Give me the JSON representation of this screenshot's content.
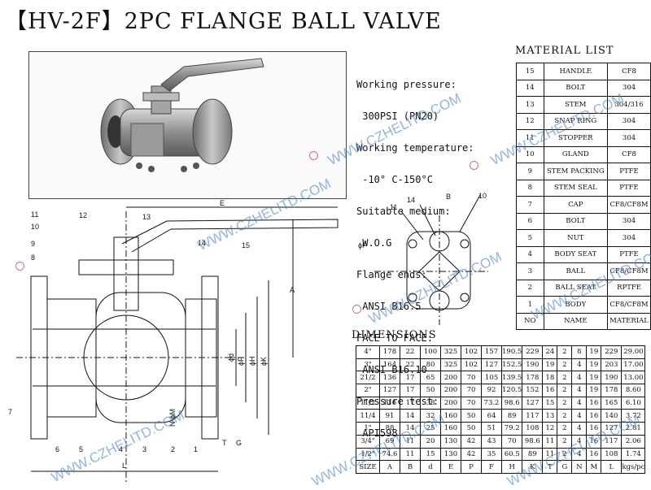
{
  "title": "【HV-2F】2PC FLANGE BALL VALVE",
  "specs": {
    "lines": [
      "Working pressure:",
      " 300PSI (PN20)",
      "Working temperature:",
      " -10° C-150°C",
      "Suitable medium:",
      " W.O.G",
      "Flange ends:",
      " ANSI B16.5",
      "FACE TO FACE:",
      " ANSI B16.10",
      "Pressure test:",
      " API598"
    ]
  },
  "material_list": {
    "title": "MATERIAL LIST",
    "rows": [
      [
        "15",
        "HANDLE",
        "CF8"
      ],
      [
        "14",
        "BOLT",
        "304"
      ],
      [
        "13",
        "STEM",
        "304/316"
      ],
      [
        "12",
        "SNAP RING",
        "304"
      ],
      [
        "11",
        "STOPPER",
        "304"
      ],
      [
        "10",
        "GLAND",
        "CF8"
      ],
      [
        "9",
        "STEM PACKING",
        "PTFE"
      ],
      [
        "8",
        "STEM SEAL",
        "PTFE"
      ],
      [
        "7",
        "CAP",
        "CF8/CF8M"
      ],
      [
        "6",
        "BOLT",
        "304"
      ],
      [
        "5",
        "NUT",
        "304"
      ],
      [
        "4",
        "BODY SEAT",
        "PTFE"
      ],
      [
        "3",
        "BALL",
        "CF8/CF8M"
      ],
      [
        "2",
        "BALL SEAT",
        "RPTFE"
      ],
      [
        "1",
        "BODY",
        "CF8/CF8M"
      ],
      [
        "NO",
        "NAME",
        "MATERIAL"
      ]
    ]
  },
  "dimensions": {
    "title": "DIMENSIONS",
    "rows": [
      [
        "4\"",
        "178",
        "22",
        "100",
        "325",
        "102",
        "157",
        "190.5",
        "229",
        "24",
        "2",
        "8",
        "19",
        "229",
        "29.00"
      ],
      [
        "3\"",
        "164",
        "22",
        "80",
        "325",
        "102",
        "127",
        "152.5",
        "190",
        "19",
        "2",
        "4",
        "19",
        "203",
        "17.00"
      ],
      [
        "21/2",
        "136",
        "17",
        "65",
        "200",
        "70",
        "105",
        "139.5",
        "178",
        "18",
        "2",
        "4",
        "19",
        "190",
        "13.00"
      ],
      [
        "2\"",
        "127",
        "17",
        "50",
        "200",
        "70",
        "92",
        "120.5",
        "152",
        "16",
        "2",
        "4",
        "19",
        "178",
        "8.60"
      ],
      [
        "11/2",
        "116",
        "17",
        "38",
        "200",
        "70",
        "73.2",
        "98.6",
        "127",
        "15",
        "2",
        "4",
        "16",
        "165",
        "6.10"
      ],
      [
        "11/4",
        "91",
        "14",
        "32",
        "160",
        "50",
        "64",
        "89",
        "117",
        "13",
        "2",
        "4",
        "16",
        "140",
        "3.72"
      ],
      [
        "1\"",
        "88",
        "14",
        "25",
        "160",
        "50",
        "51",
        "79.2",
        "108",
        "12",
        "2",
        "4",
        "16",
        "127",
        "2.81"
      ],
      [
        "3/4\"",
        "69",
        "11",
        "20",
        "130",
        "42",
        "43",
        "70",
        "98.6",
        "11",
        "2",
        "4",
        "16",
        "117",
        "2.06"
      ],
      [
        "1/2\"",
        "74.6",
        "11",
        "15",
        "130",
        "42",
        "35",
        "60.5",
        "89",
        "11",
        "2",
        "4",
        "16",
        "108",
        "1.74"
      ],
      [
        "SIZE",
        "A",
        "B",
        "d",
        "E",
        "P",
        "F",
        "H",
        "K",
        "T",
        "G",
        "N",
        "M",
        "L",
        "kgs/pc"
      ]
    ]
  },
  "drawing_labels": {
    "side": [
      "11",
      "12",
      "13",
      "10",
      "9",
      "8",
      "14",
      "15",
      "7",
      "6",
      "5",
      "4",
      "3",
      "2",
      "1"
    ],
    "dims": [
      "E",
      "A",
      "ϕd",
      "ϕF",
      "ϕH",
      "ϕK",
      "N-ϕM",
      "T",
      "G",
      "L"
    ],
    "top": [
      "11",
      "14",
      "B",
      "10",
      "ϕP"
    ]
  },
  "watermark": "WWW.CZHELITD.COM"
}
